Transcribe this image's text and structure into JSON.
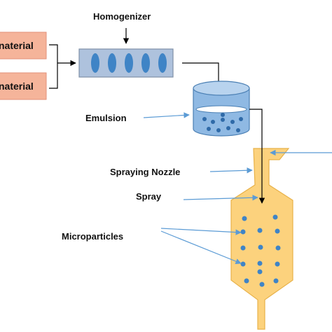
{
  "labels": {
    "material_top": "naterial",
    "material_bottom": "naterial",
    "homogenizer": "Homogenizer",
    "emulsion": "Emulsion",
    "spraying_nozzle": "Spraying Nozzle",
    "spray": "Spray",
    "microparticles": "Microparticles"
  },
  "colors": {
    "material_box": "#f5b49a",
    "homogenizer_body": "#aec2dd",
    "homogenizer_disc": "#3f84c6",
    "beaker": "#8fb9e3",
    "dryer": "#fcd27d",
    "particle": "#3f84c6",
    "pointer": "#5b9bd5",
    "flow_arrow": "#000000"
  },
  "particles": 15
}
